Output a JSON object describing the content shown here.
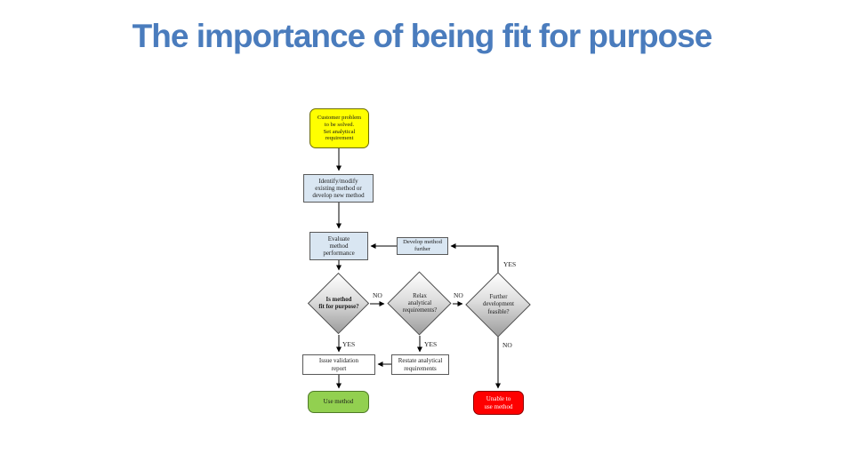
{
  "slide": {
    "title": "The importance of being fit for purpose",
    "title_color": "#4a7cbd"
  },
  "colors": {
    "start_fill": "#ffff00",
    "process_fill": "#d9e6f2",
    "decision_fill_top": "#ffffff",
    "decision_fill_bottom": "#9c9c9c",
    "success_fill": "#92d050",
    "failure_fill": "#fe0000",
    "line": "#000000"
  },
  "flowchart": {
    "nodes": {
      "start": {
        "label": "Customer problem\nto be solved.\nSet analytical\nrequirement"
      },
      "identify": {
        "label": "Identify/modify\nexisting method or\ndevelop new method"
      },
      "evaluate": {
        "label": "Evaluate\nmethod\nperformance"
      },
      "develop": {
        "label": "Develop method\nfurther"
      },
      "fit": {
        "label": "Is method\nfit for purpose?"
      },
      "relax": {
        "label": "Relax\nanalytical\nrequirements?"
      },
      "feasible": {
        "label": "Further\ndevelopment\nfeasible?"
      },
      "issue": {
        "label": "Issue validation\nreport"
      },
      "restate": {
        "label": "Restate analytical\nrequirements"
      },
      "use": {
        "label": "Use method"
      },
      "unable": {
        "label": "Unable to\nuse method"
      }
    },
    "edge_labels": {
      "fit_no": "NO",
      "relax_no": "NO",
      "feasible_yes": "YES",
      "fit_yes": "YES",
      "relax_yes": "YES",
      "feasible_no": "NO"
    }
  }
}
